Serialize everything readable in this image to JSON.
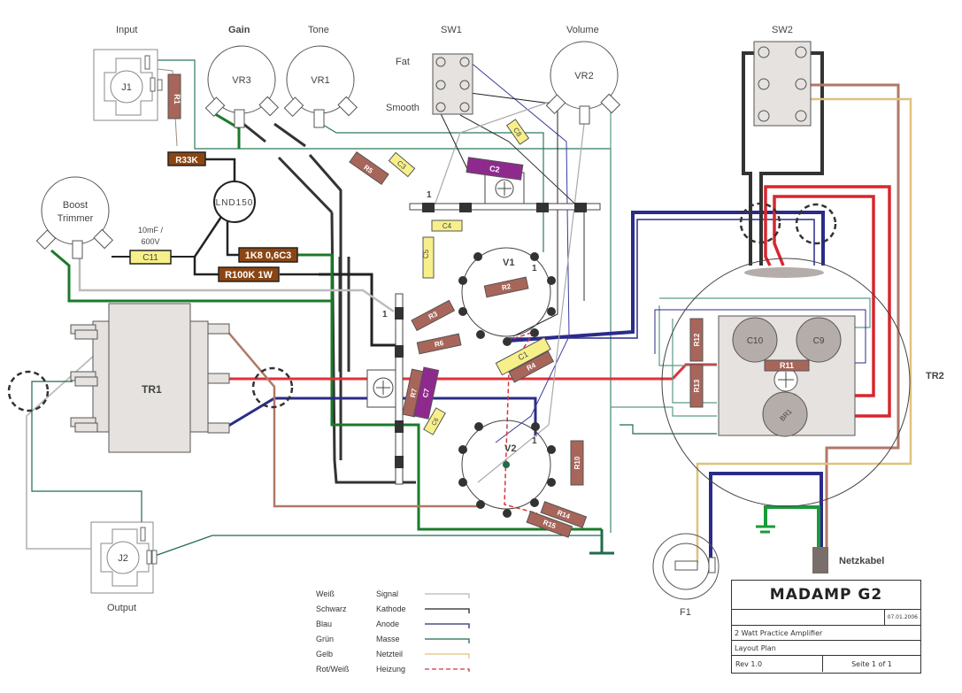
{
  "title_block": {
    "title": "MADAMP  G2",
    "date": "07.01.2006",
    "description": "2 Watt Practice Amplifier",
    "plan": "Layout Plan",
    "revision": "Rev 1.0",
    "page": "Seite 1 of 1"
  },
  "labels": {
    "input": "Input",
    "gain": "Gain",
    "tone": "Tone",
    "sw1": "SW1",
    "volume": "Volume",
    "sw2": "SW2",
    "fat": "Fat",
    "smooth": "Smooth",
    "output": "Output",
    "tr1": "TR1",
    "tr2": "TR2",
    "f1": "F1",
    "netzkabel": "Netzkabel",
    "boost_trimmer_line1": "Boost",
    "boost_trimmer_line2": "Trimmer",
    "c11_spec_line1": "10mF /",
    "c11_spec_line2": "600V",
    "pin1": "1"
  },
  "components": {
    "j1": "J1",
    "j2": "J2",
    "vr1": "VR1",
    "vr2": "VR2",
    "vr3": "VR3",
    "v1": "V1",
    "v2": "V2",
    "lnd150": "LND150",
    "r1": "R1",
    "r2": "R2",
    "r3": "R3",
    "r4": "R4",
    "r5": "R5",
    "r6": "R6",
    "r7": "R7",
    "r10": "R10",
    "r11": "R11",
    "r12": "R12",
    "r13": "R13",
    "r14": "R14",
    "r15": "R15",
    "r33k": "R33K",
    "r1k8": "1K8 0,6C3",
    "r100k": "R100K 1W",
    "c1": "C1",
    "c2": "C2",
    "c3": "C3",
    "c4": "C4",
    "c5": "C5",
    "c6": "C6",
    "c7": "C7",
    "c8": "C8",
    "c9": "C9",
    "c10": "C10",
    "c11": "C11",
    "br1": "BR1",
    "plus": "+"
  },
  "legend": [
    {
      "color_name": "Weiß",
      "function": "Signal",
      "color": "#b8b8b8",
      "dashed": false
    },
    {
      "color_name": "Schwarz",
      "function": "Kathode",
      "color": "#222222",
      "dashed": false
    },
    {
      "color_name": "Blau",
      "function": "Anode",
      "color": "#2a2a70",
      "dashed": false
    },
    {
      "color_name": "Grün",
      "function": "Masse",
      "color": "#1f6b4a",
      "dashed": false
    },
    {
      "color_name": "Gelb",
      "function": "Netzteil",
      "color": "#e0c27a",
      "dashed": false
    },
    {
      "color_name": "Rot/Weiß",
      "function": "Heizung",
      "color": "#d9363e",
      "dashed": true
    }
  ],
  "colors": {
    "resistor": "#a8655a",
    "brown_resistor": "#8b4513",
    "capacitor_yellow": "#f7f08a",
    "capacitor_purple": "#8e2a8e",
    "ground_green": "#1a7a2a",
    "heater_red": "#d9262e",
    "anode_blue": "#2b2b8a",
    "mains_brown": "#a87060",
    "mains_yellow": "#e0c27a",
    "panel_grey": "#e5e2df"
  }
}
